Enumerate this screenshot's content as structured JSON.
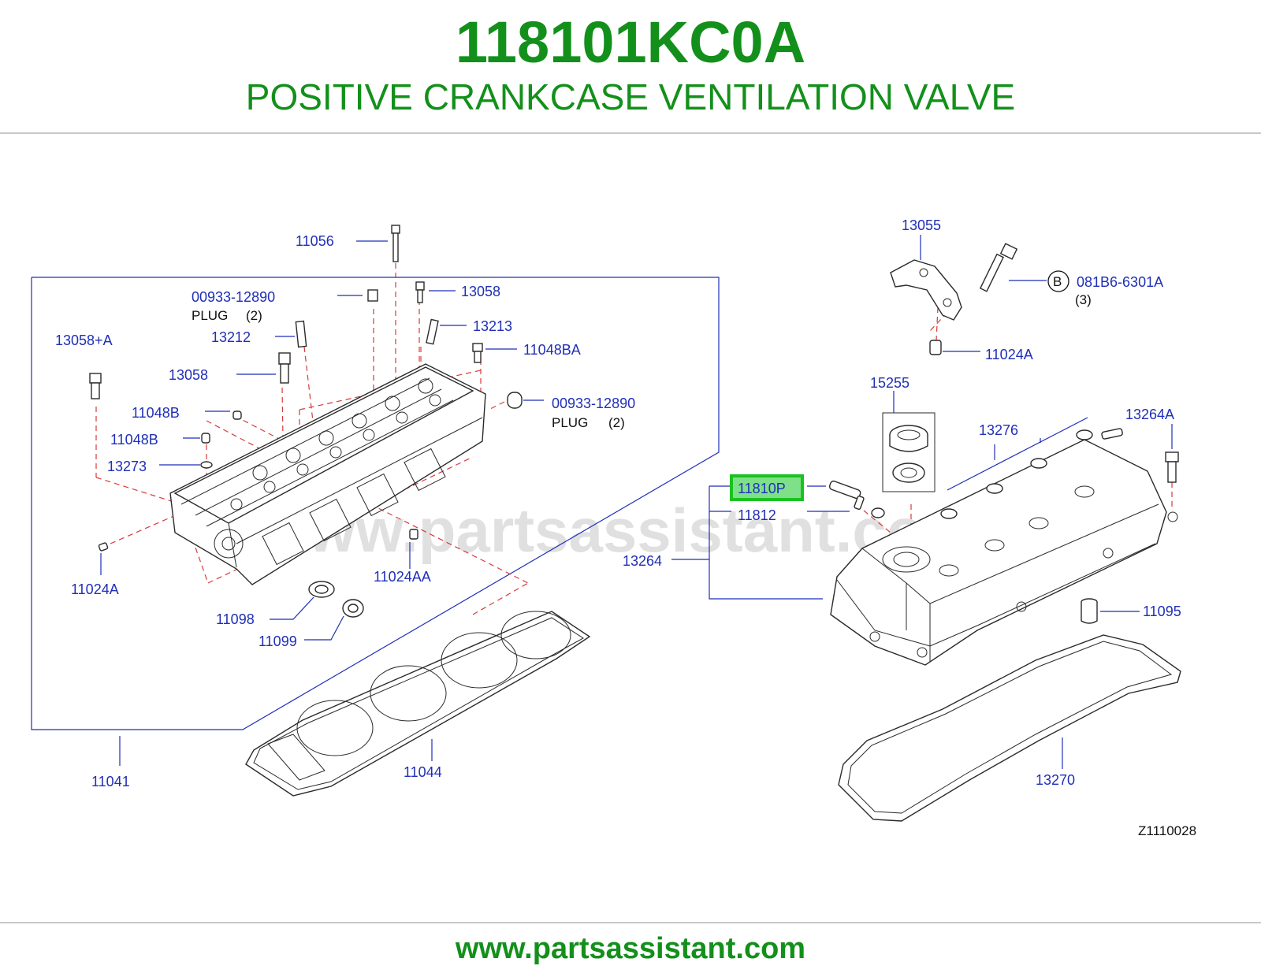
{
  "header": {
    "part_number": "118101KC0A",
    "part_name": "POSITIVE CRANKCASE VENTILATION VALVE"
  },
  "footer": {
    "url": "www.partsassistant.com"
  },
  "diagram": {
    "watermark": "www.partsassistant.com",
    "diagram_code": "Z1110028",
    "highlighted": "11810P",
    "colors": {
      "brand": "#13901b",
      "callout": "#1f2fb8",
      "guide": "#d93a3a",
      "highlight": "#19c21f"
    },
    "labels": {
      "c11056": "11056",
      "c00933_a": "00933-12890",
      "plug_a": "PLUG",
      "plug_a_qty": "(2)",
      "c13058_top": "13058",
      "c13058a": "13058+A",
      "c13212": "13212",
      "c13213": "13213",
      "c11048ba": "11048BA",
      "c13058_mid": "13058",
      "c00933_b": "00933-12890",
      "plug_b": "PLUG",
      "plug_b_qty": "(2)",
      "c11048b_1": "11048B",
      "c11048b_2": "11048B",
      "c13273": "13273",
      "c11024a_left": "11024A",
      "c11024aa": "11024AA",
      "c11098": "11098",
      "c11099": "11099",
      "c11041": "11041",
      "c11044": "11044",
      "c13055": "13055",
      "b_circle": "B",
      "c081b6": "081B6-6301A",
      "c081b6_qty": "(3)",
      "c11024a_right": "11024A",
      "c15255": "15255",
      "c13276": "13276",
      "c13264a": "13264A",
      "c11810p": "11810P",
      "c11812": "11812",
      "c13264": "13264",
      "c11095": "11095",
      "c13270": "13270"
    }
  }
}
